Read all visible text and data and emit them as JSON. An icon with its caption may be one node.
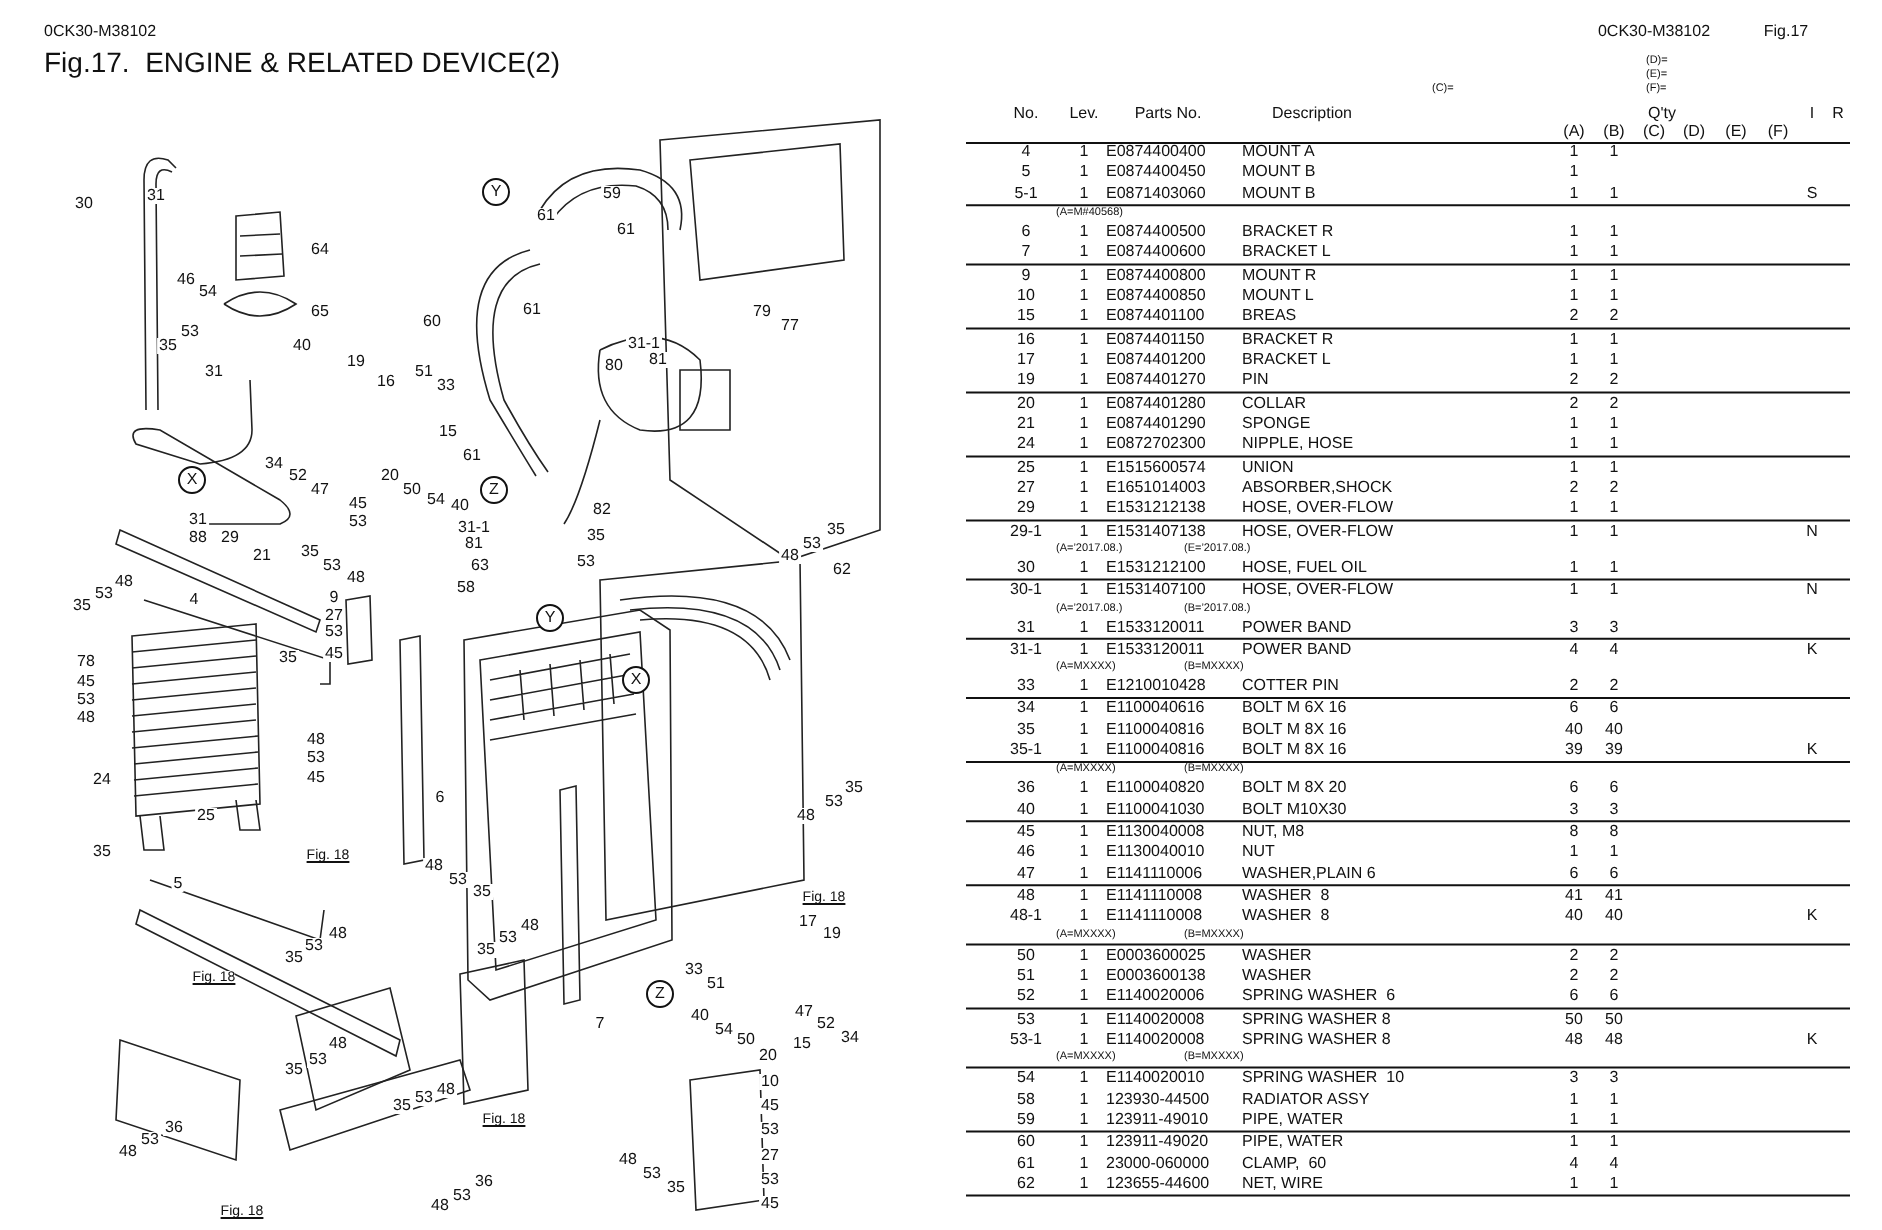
{
  "diagram": {
    "title": "Fig.17.  ENGINE & RELATED DEVICE(2)",
    "labels": [
      "0CK30-M38102",
      "30",
      "31",
      "Y",
      "59",
      "61",
      "61",
      "64",
      "46",
      "54",
      "65",
      "61",
      "79",
      "60",
      "77",
      "53",
      "35",
      "40",
      "31-1",
      "19",
      "80",
      "81",
      "31",
      "51",
      "16",
      "33",
      "15",
      "61",
      "34",
      "X",
      "52",
      "20",
      "47",
      "50",
      "Z",
      "45",
      "54",
      "40",
      "82",
      "31",
      "53",
      "31-1",
      "35",
      "35",
      "88",
      "29",
      "81",
      "53",
      "21",
      "35",
      "48",
      "53",
      "63",
      "53",
      "62",
      "48",
      "48",
      "58",
      "35",
      "53",
      "4",
      "9",
      "27",
      "Y",
      "53",
      "35",
      "45",
      "78",
      "45",
      "X",
      "53",
      "48",
      "48",
      "53",
      "24",
      "45",
      "35",
      "6",
      "53",
      "25",
      "48",
      "35",
      "Fig. 18",
      "48",
      "5",
      "53",
      "35",
      "Fig. 18",
      "48",
      "53",
      "48",
      "17",
      "19",
      "53",
      "35",
      "35",
      "33",
      "Fig. 18",
      "51",
      "Z",
      "40",
      "47",
      "7",
      "54",
      "52",
      "48",
      "50",
      "15",
      "34",
      "53",
      "20",
      "35",
      "10",
      "48",
      "53",
      "35",
      "45",
      "Fig. 18",
      "36",
      "53",
      "53",
      "48",
      "48",
      "27",
      "36",
      "53",
      "53",
      "35",
      "53",
      "48",
      "45",
      "Fig. 18",
      "0CK30-M38102",
      "Fig.17",
      "(C)=",
      "(D)=",
      "(E)=",
      "(F)=",
      "No.",
      "Lev.",
      "Parts No.",
      "Description",
      "Q'ty",
      "I",
      "R",
      "(A)",
      "(B)",
      "(C)",
      "(D)",
      "(E)",
      "(F)",
      "4",
      "1",
      "E0874400400",
      "MOUNT A",
      "1",
      "1",
      "5",
      "1",
      "E0874400450",
      "MOUNT B",
      "1",
      "5-1",
      "1",
      "E0871403060",
      "MOUNT B",
      "1",
      "1",
      "S",
      "(A=M#40568)",
      "6",
      "1",
      "E0874400500",
      "BRACKET R",
      "1",
      "1",
      "7",
      "1",
      "E0874400600",
      "BRACKET L",
      "1",
      "1",
      "9",
      "1",
      "E0874400800",
      "MOUNT R",
      "1",
      "1",
      "10",
      "1",
      "E0874400850",
      "MOUNT L",
      "1",
      "1",
      "15",
      "1",
      "E0874401100",
      "BREAS",
      "2",
      "2",
      "16",
      "1",
      "E0874401150",
      "BRACKET R",
      "1",
      "1",
      "17",
      "1",
      "E0874401200",
      "BRACKET L",
      "1",
      "1",
      "19",
      "1",
      "E0874401270",
      "PIN",
      "2",
      "2",
      "20",
      "1",
      "E0874401280",
      "COLLAR",
      "2",
      "2",
      "21",
      "1",
      "E0874401290",
      "SPONGE",
      "1",
      "1",
      "24",
      "1",
      "E0872702300",
      "NIPPLE, HOSE",
      "1",
      "1",
      "25",
      "1",
      "E1515600574",
      "UNION",
      "1",
      "1",
      "27",
      "1",
      "E1651014003",
      "ABSORBER,SHOCK",
      "2",
      "2",
      "29",
      "1",
      "E1531212138",
      "HOSE, OVER-FLOW",
      "1",
      "1",
      "29-1",
      "1",
      "E1531407138",
      "HOSE, OVER-FLOW",
      "1",
      "1",
      "N",
      "(A=’2017.08.)",
      "(E=’2017.08.)",
      "30",
      "1",
      "E1531212100",
      "HOSE, FUEL OIL",
      "1",
      "1",
      "30-1",
      "1",
      "E1531407100",
      "HOSE, OVER-FLOW",
      "1",
      "1",
      "N",
      "(A=’2017.08.)",
      "(B=’2017.08.)",
      "31",
      "1",
      "E1533120011",
      "POWER BAND",
      "3",
      "3",
      "31-1",
      "1",
      "E1533120011",
      "POWER BAND",
      "4",
      "4",
      "K",
      "(A=MXXXX)",
      "(B=MXXXX)",
      "33",
      "1",
      "E1210010428",
      "COTTER PIN",
      "2",
      "2",
      "34",
      "1",
      "E1100040616",
      "BOLT M 6X 16",
      "6",
      "6",
      "35",
      "1",
      "E1100040816",
      "BOLT M 8X 16",
      "40",
      "40",
      "35-1",
      "1",
      "E1100040816",
      "BOLT M 8X 16",
      "39",
      "39",
      "K",
      "(A=MXXXX)",
      "(B=MXXXX)",
      "36",
      "1",
      "E1100040820",
      "BOLT M 8X 20",
      "6",
      "6",
      "40",
      "1",
      "E1100041030",
      "BOLT M10X30",
      "3",
      "3",
      "45",
      "1",
      "E1130040008",
      "NUT, M8",
      "8",
      "8",
      "46",
      "1",
      "E1130040010",
      "NUT",
      "1",
      "1",
      "47",
      "1",
      "E1141110006",
      "WASHER,PLAIN 6",
      "6",
      "6",
      "48",
      "1",
      "E1141110008",
      "WASHER  8",
      "41",
      "41",
      "48-1",
      "1",
      "E1141110008",
      "WASHER  8",
      "40",
      "40",
      "K",
      "(A=MXXXX)",
      "(B=MXXXX)",
      "50",
      "1",
      "E0003600025",
      "WASHER",
      "2",
      "2",
      "51",
      "1",
      "E0003600138",
      "WASHER",
      "2",
      "2",
      "52",
      "1",
      "E1140020006",
      "SPRING WASHER  6",
      "6",
      "6",
      "53",
      "1",
      "E1140020008",
      "SPRING WASHER 8",
      "50",
      "50",
      "53-1",
      "1",
      "E1140020008",
      "SPRING WASHER 8",
      "48",
      "48",
      "K",
      "(A=MXXXX)",
      "(B=MXXXX)",
      "54",
      "1",
      "E1140020010",
      "SPRING WASHER  10",
      "3",
      "3",
      "58",
      "1",
      "123930-44500",
      "RADIATOR ASSY",
      "1",
      "1",
      "59",
      "1",
      "123911-49010",
      "PIPE, WATER",
      "1",
      "1",
      "60",
      "1",
      "123911-49020",
      "PIPE, WATER",
      "1",
      "1",
      "61",
      "1",
      "23000-060000",
      "CLAMP,  60",
      "4",
      "4",
      "62",
      "1",
      "123655-44600",
      "NET, WIRE",
      "1",
      "1"
    ]
  }
}
